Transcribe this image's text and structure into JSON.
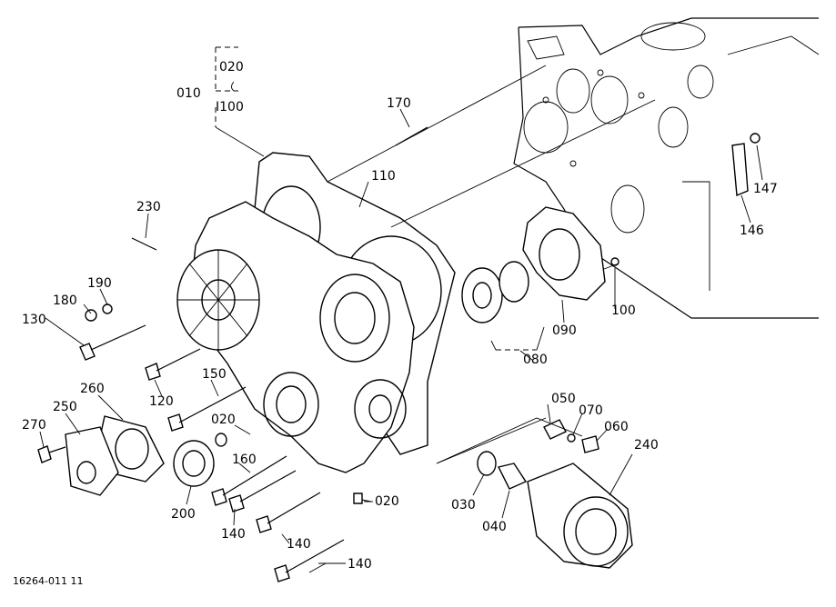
{
  "figure_code": "16264-011 11",
  "labels": {
    "l010": "010",
    "l020a": "020",
    "l1100": "I100",
    "l170": "170",
    "l110": "110",
    "l230": "230",
    "l190": "190",
    "l180": "180",
    "l130": "130",
    "l120": "120",
    "l150": "150",
    "l020b": "020",
    "l260": "260",
    "l250": "250",
    "l270": "270",
    "l200": "200",
    "l160": "160",
    "l140a": "140",
    "l140b": "140",
    "l140c": "140",
    "l020c": "020",
    "l080": "080",
    "l090": "090",
    "l100": "100",
    "l146": "146",
    "l147": "147",
    "l050": "050",
    "l070": "070",
    "l060": "060",
    "l240": "240",
    "l030": "030",
    "l040": "040"
  }
}
